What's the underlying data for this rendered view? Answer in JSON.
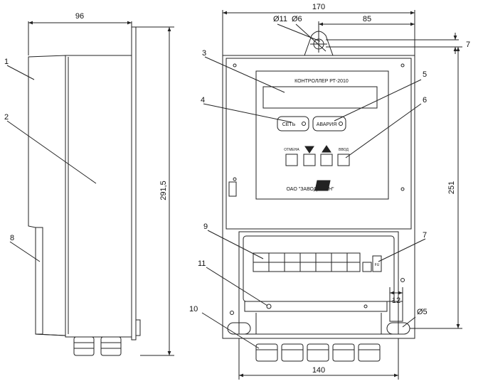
{
  "dimensions": {
    "width_side": "96",
    "width_front": "170",
    "hole_offset": "85",
    "hole_diam_large": "Ø11",
    "hole_diam_small": "Ø6",
    "hole_height": "7",
    "height_total": "291,5",
    "mount_height": "251",
    "base_width": "140",
    "slot_width": "12",
    "mount_hole": "Ø5"
  },
  "callouts": [
    "1",
    "2",
    "3",
    "4",
    "5",
    "6",
    "7",
    "8",
    "9",
    "10",
    "11"
  ],
  "panel": {
    "title": "КОНТРОЛЛЕР РТ-2010",
    "network_label": "СЕТЬ",
    "alarm_label": "АВАРИЯ",
    "cancel_label": "ОТМЕНА",
    "enter_label": "ВВОД",
    "maker": "ОАО \"ЗАВОД ЭТОН\"",
    "fuse_label": "FU"
  },
  "colors": {
    "line": "#222222",
    "background": "#ffffff"
  }
}
